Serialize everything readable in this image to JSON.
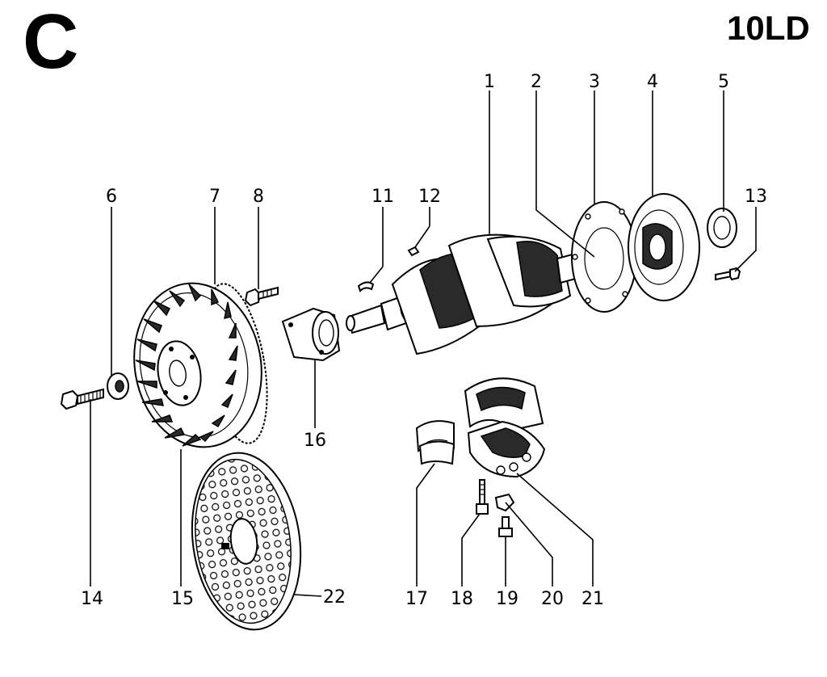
{
  "header": {
    "section": "C",
    "model": "10LD"
  },
  "callouts": [
    "1",
    "2",
    "3",
    "4",
    "5",
    "6",
    "7",
    "8",
    "11",
    "12",
    "13",
    "14",
    "15",
    "16",
    "17",
    "18",
    "19",
    "20",
    "21",
    "22"
  ],
  "colors": {
    "ink": "#000000",
    "paper": "#ffffff"
  }
}
